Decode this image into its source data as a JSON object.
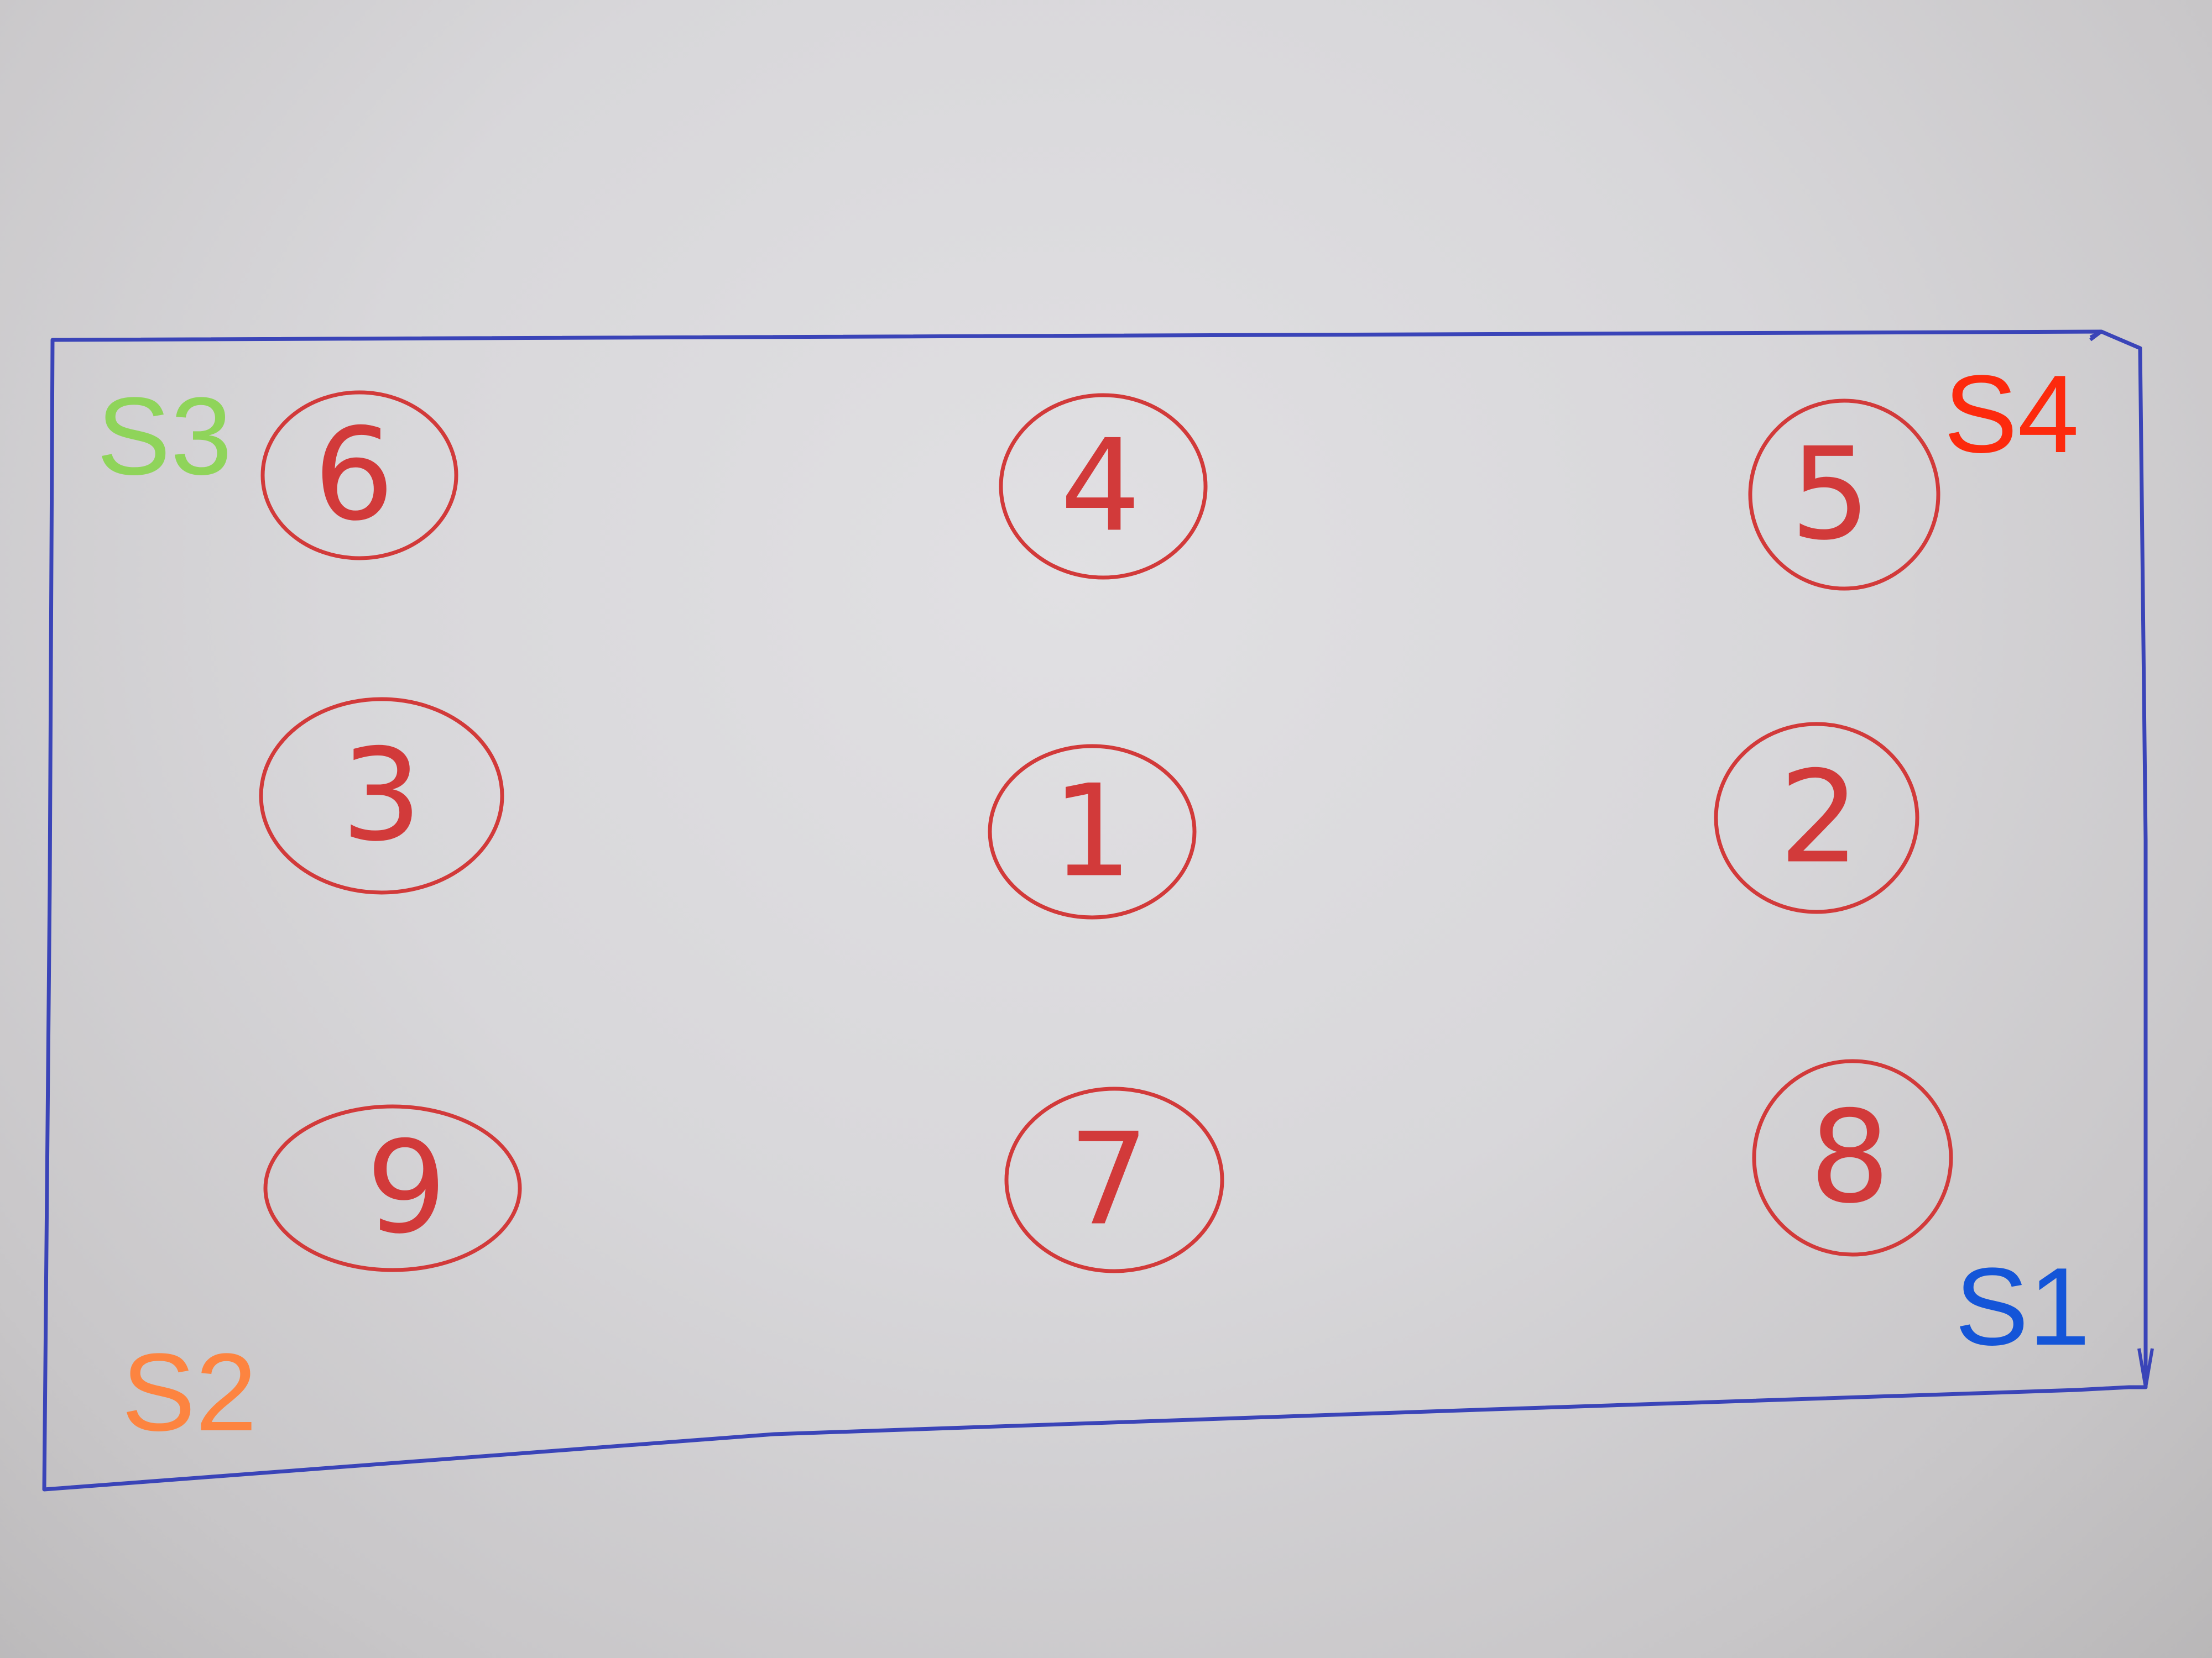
{
  "colors": {
    "frame": "#3a44b8",
    "circle": "#d23a3a",
    "s1": "#1455d8",
    "s2": "#fd8440",
    "s3": "#8fd45a",
    "s4": "#fd2a0d"
  },
  "corner_labels": {
    "s1": "S1",
    "s2": "S2",
    "s3": "S3",
    "s4": "S4"
  },
  "circled_numbers": {
    "top_left": "6",
    "top_center": "4",
    "top_right": "5",
    "middle_left": "3",
    "middle_center": "1",
    "middle_right": "2",
    "bottom_left": "9",
    "bottom_center": "7",
    "bottom_right": "8"
  }
}
